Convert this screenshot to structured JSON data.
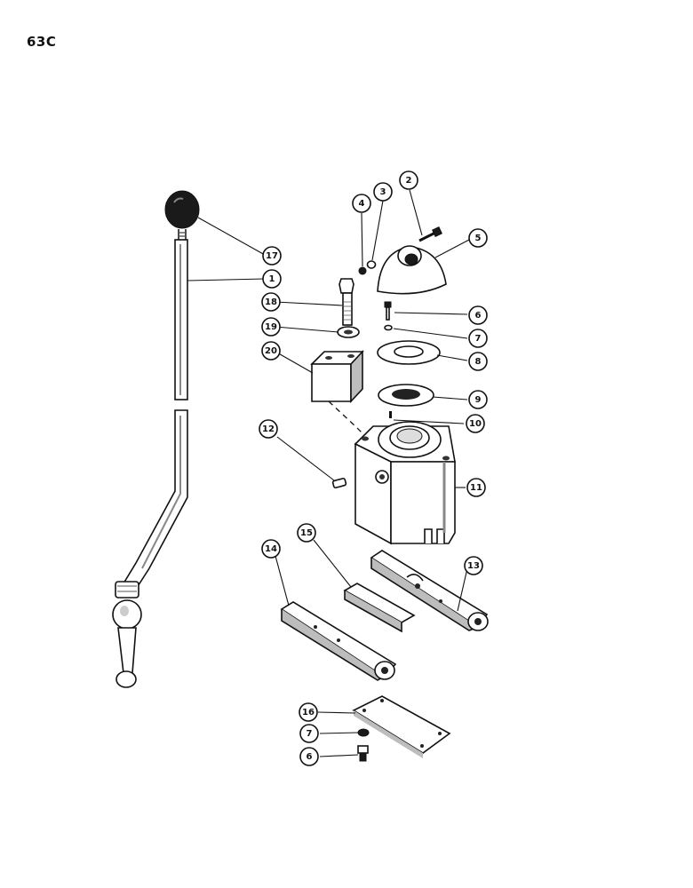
{
  "page_code": "63C",
  "callouts": [
    {
      "label": "1"
    },
    {
      "label": "2"
    },
    {
      "label": "3"
    },
    {
      "label": "4"
    },
    {
      "label": "5"
    },
    {
      "label": "6"
    },
    {
      "label": "7"
    },
    {
      "label": "8"
    },
    {
      "label": "9"
    },
    {
      "label": "10"
    },
    {
      "label": "11"
    },
    {
      "label": "12"
    },
    {
      "label": "13"
    },
    {
      "label": "14"
    },
    {
      "label": "15"
    },
    {
      "label": "16"
    },
    {
      "label": "17"
    },
    {
      "label": "18"
    },
    {
      "label": "19"
    },
    {
      "label": "20"
    },
    {
      "label": "7"
    },
    {
      "label": "6"
    }
  ]
}
